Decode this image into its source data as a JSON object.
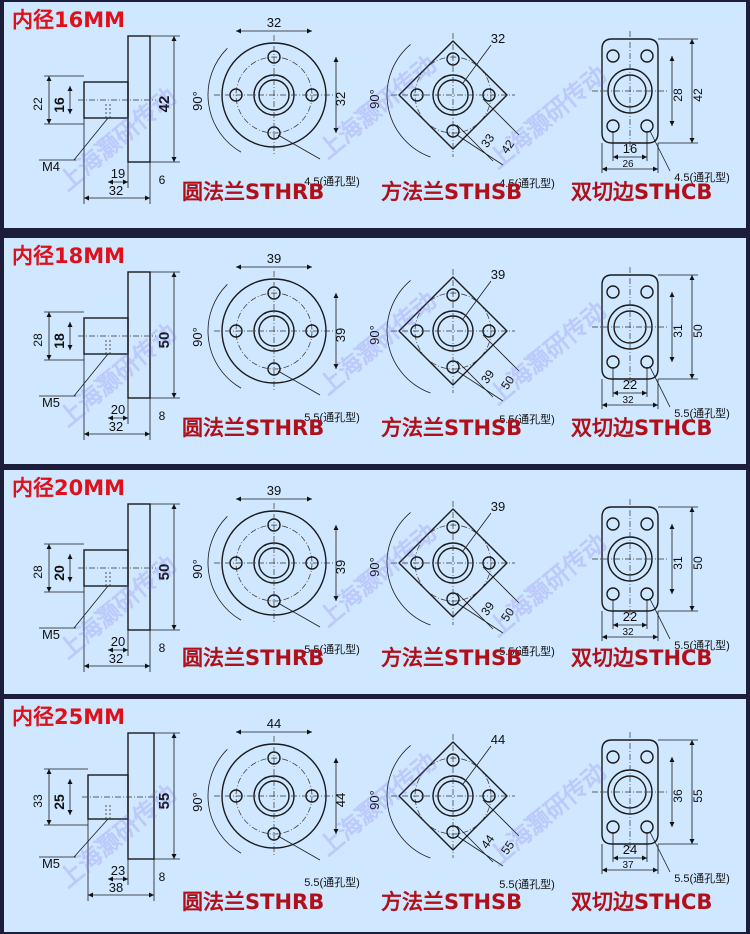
{
  "captions": {
    "round": "圆法兰STHRB",
    "square": "方法兰STHSB",
    "double": "双切边STHCB"
  },
  "watermark": "上海灏研传动",
  "angle": "90°",
  "hole_note_suffix": "(通孔型)",
  "panels": [
    {
      "title": "内径16MM",
      "side": {
        "bore": "16",
        "body": "22",
        "flange": "42",
        "thick": "6",
        "len1": "19",
        "len2": "32",
        "screw": "M4"
      },
      "round": {
        "pcd": "32",
        "side": "32",
        "hole": "4.5"
      },
      "square": {
        "pcd": "32",
        "diag1": "33",
        "diag2": "42",
        "hole": "4.5"
      },
      "double": {
        "h1": "28",
        "h2": "42",
        "w1": "16",
        "w2": "26",
        "hole": "4.5"
      }
    },
    {
      "title": "内径18MM",
      "side": {
        "bore": "18",
        "body": "28",
        "flange": "50",
        "thick": "8",
        "len1": "20",
        "len2": "32",
        "screw": "M5"
      },
      "round": {
        "pcd": "39",
        "side": "39",
        "hole": "5.5"
      },
      "square": {
        "pcd": "39",
        "diag1": "39",
        "diag2": "50",
        "hole": "5.5"
      },
      "double": {
        "h1": "31",
        "h2": "50",
        "w1": "22",
        "w2": "32",
        "hole": "5.5"
      }
    },
    {
      "title": "内径20MM",
      "side": {
        "bore": "20",
        "body": "28",
        "flange": "50",
        "thick": "8",
        "len1": "20",
        "len2": "32",
        "screw": "M5"
      },
      "round": {
        "pcd": "39",
        "side": "39",
        "hole": "5.5"
      },
      "square": {
        "pcd": "39",
        "diag1": "39",
        "diag2": "50",
        "hole": "5.5"
      },
      "double": {
        "h1": "31",
        "h2": "50",
        "w1": "22",
        "w2": "32",
        "hole": "5.5"
      }
    },
    {
      "title": "内径25MM",
      "side": {
        "bore": "25",
        "body": "33",
        "flange": "55",
        "thick": "8",
        "len1": "23",
        "len2": "38",
        "screw": "M5"
      },
      "round": {
        "pcd": "44",
        "side": "44",
        "hole": "5.5"
      },
      "square": {
        "pcd": "44",
        "diag1": "44",
        "diag2": "55",
        "hole": "5.5"
      },
      "double": {
        "h1": "36",
        "h2": "55",
        "w1": "24",
        "w2": "37",
        "hole": "5.5"
      }
    }
  ]
}
